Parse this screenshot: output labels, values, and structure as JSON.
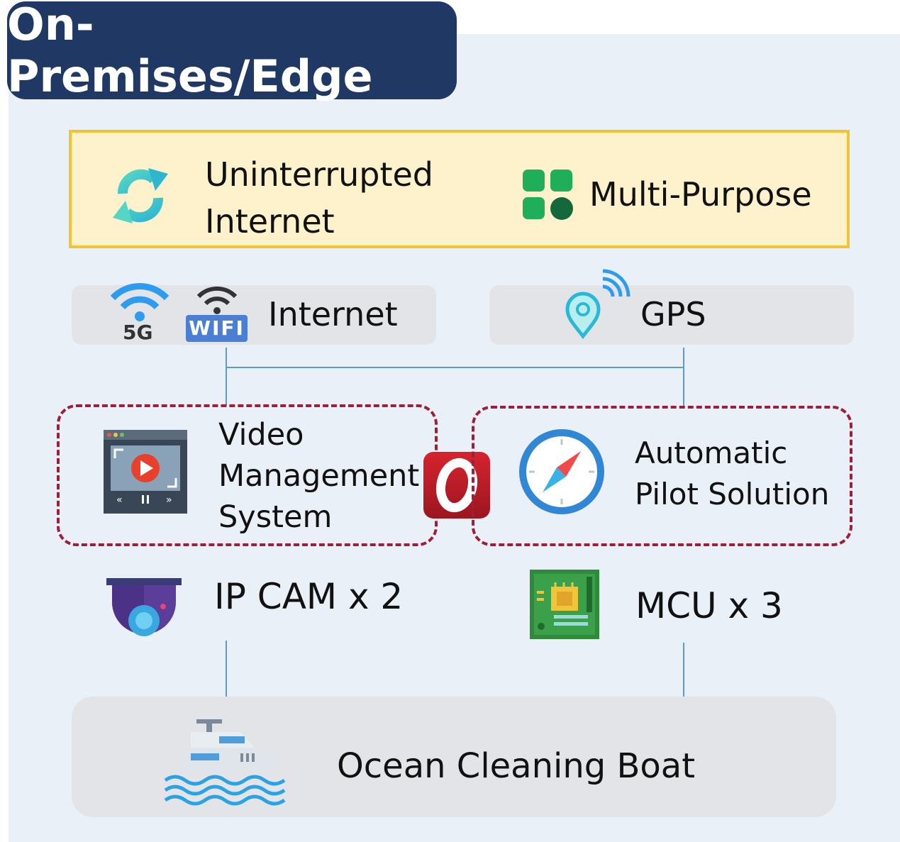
{
  "header": {
    "title": "On-Premises/Edge"
  },
  "features": {
    "uninterrupted_line1": "Uninterrupted",
    "uninterrupted_line2": "Internet",
    "multi_purpose": "Multi-Purpose"
  },
  "connectivity": {
    "internet_label": "Internet",
    "badge_5g": "5G",
    "badge_wifi": "WIFI",
    "gps_label": "GPS"
  },
  "systems": {
    "vms_line1": "Video",
    "vms_line2": "Management",
    "vms_line3": "System",
    "autopilot_line1": "Automatic",
    "autopilot_line2": "Pilot Solution"
  },
  "devices": {
    "ipcam": "IP CAM x 2",
    "mcu": "MCU x 3"
  },
  "boat": {
    "label": "Ocean Cleaning Boat"
  },
  "colors": {
    "title_bg": "#1f3864",
    "feature_bg": "#fdf2cc",
    "feature_border": "#f5c230",
    "dashed_border": "#a01f38",
    "connector": "#5b9bd5"
  }
}
